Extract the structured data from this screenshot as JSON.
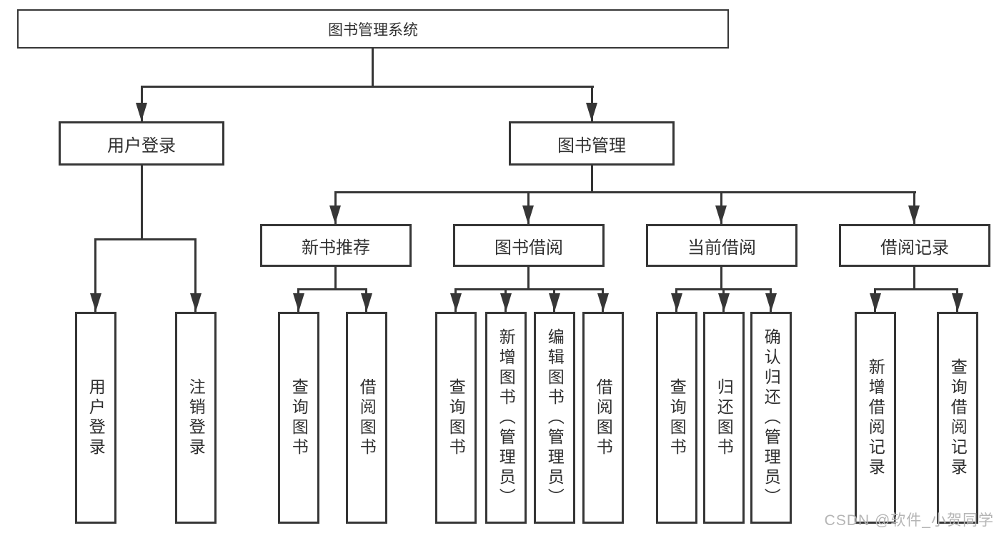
{
  "diagram": {
    "root": "图书管理系统",
    "level2": [
      "用户登录",
      "图书管理"
    ],
    "level3": [
      "新书推荐",
      "图书借阅",
      "当前借阅",
      "借阅记录"
    ],
    "leaves": {
      "user_login": [
        "用户登录",
        "注销登录"
      ],
      "new_book_recommend": [
        "查询图书",
        "借阅图书"
      ],
      "book_borrow": [
        "查询图书",
        "新增图书（管理员）",
        "编辑图书（管理员）",
        "借阅图书"
      ],
      "current_borrow": [
        "查询图书",
        "归还图书",
        "确认归还（管理员）"
      ],
      "borrow_records": [
        "新增借阅记录",
        "查询借阅记录"
      ]
    }
  },
  "watermark": "CSDN @软件_小贺同学",
  "colors": {
    "line": "#363636",
    "text": "#2f2f2f",
    "watermark": "#b5b5b5",
    "background": "#ffffff"
  }
}
